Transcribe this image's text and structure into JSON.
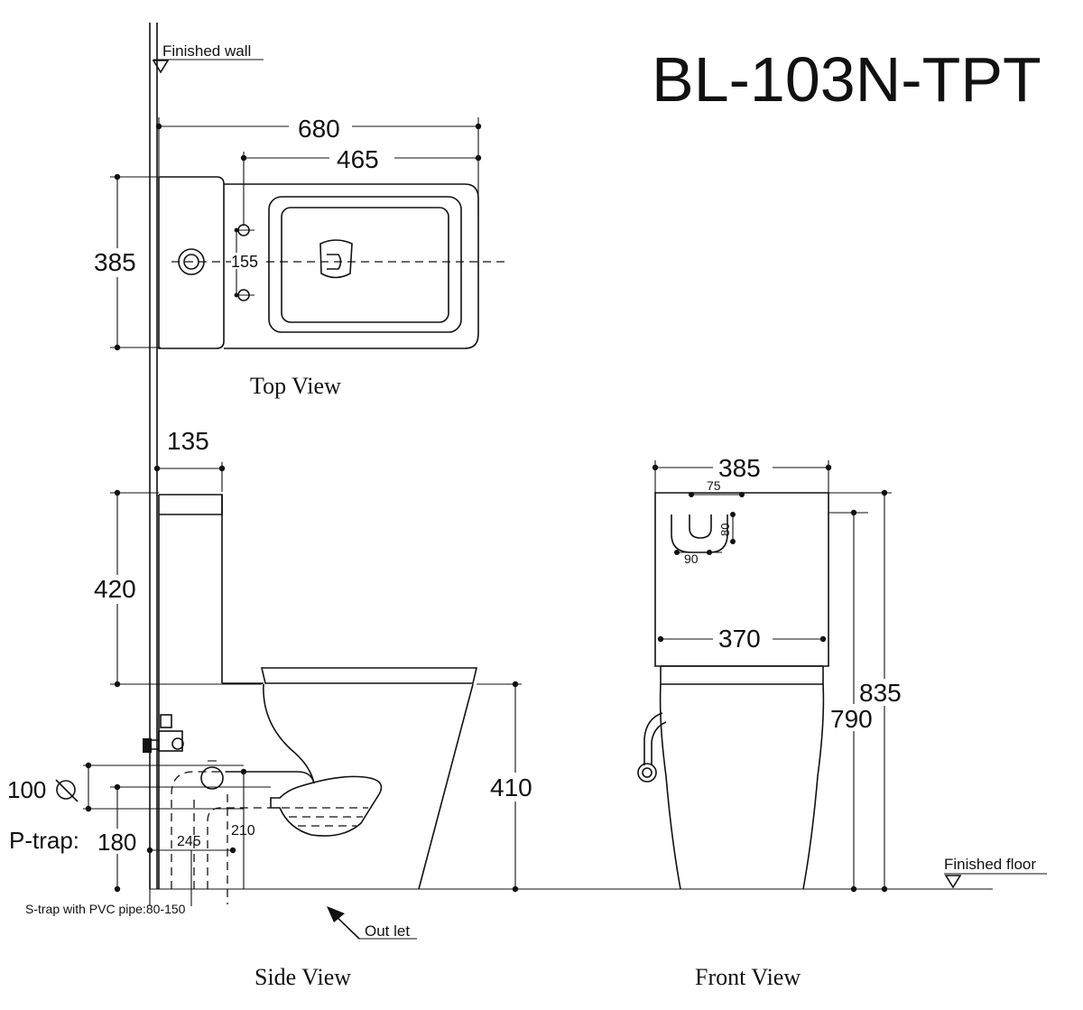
{
  "title": "BL-103N-TPT",
  "labels": {
    "finished_wall": "Finished wall",
    "finished_floor": "Finished floor",
    "top_view": "Top View",
    "side_view": "Side View",
    "front_view": "Front View",
    "outlet": "Out let",
    "s_trap": "S-trap with PVC pipe:80-150",
    "p_trap": "P-trap:",
    "p_trap_value": "180",
    "pipe_dia": "100"
  },
  "dimensions": {
    "top_length": "680",
    "top_bowl_length": "465",
    "top_width": "385",
    "top_bolt_spacing": "155",
    "side_tank_depth": "135",
    "side_tank_height": "420",
    "side_seat_height": "410",
    "side_trap_depth": "210",
    "side_trap_offset": "245",
    "front_width": "385",
    "front_hole_width": "75",
    "front_hole_depth": "80",
    "front_hole_base": "90",
    "front_tank_width": "370",
    "front_total_height": "835",
    "front_tank_top_height": "790"
  }
}
